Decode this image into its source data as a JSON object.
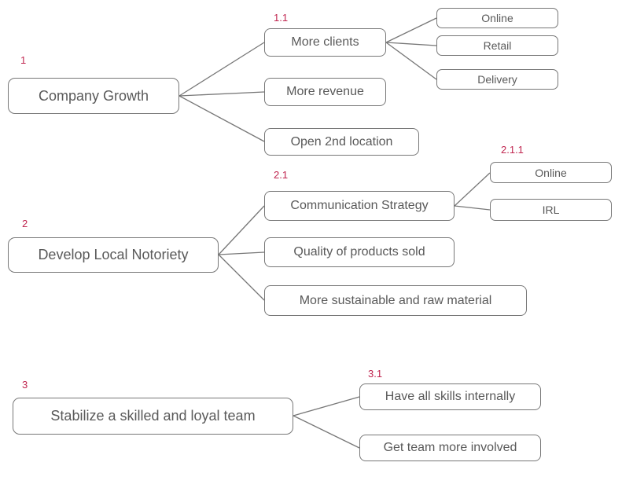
{
  "colors": {
    "background": "#ffffff",
    "node_fill": "#ffffff",
    "node_border": "#777777",
    "node_text": "#595959",
    "connector": "#777777",
    "number_label": "#c0254f"
  },
  "nodes": {
    "company_growth": {
      "number": "1",
      "label": "Company Growth"
    },
    "more_clients": {
      "number": "1.1",
      "label": "More clients"
    },
    "more_revenue": {
      "label": "More revenue"
    },
    "open_2nd_location": {
      "label": "Open 2nd location"
    },
    "online_clients": {
      "label": "Online"
    },
    "retail": {
      "label": "Retail"
    },
    "delivery": {
      "label": "Delivery"
    },
    "develop_local_notoriety": {
      "number": "2",
      "label": "Develop Local Notoriety"
    },
    "communication_strategy": {
      "number": "2.1",
      "label": "Communication Strategy"
    },
    "quality_of_products_sold": {
      "label": "Quality of products sold"
    },
    "more_sustainable_and_raw_material": {
      "label": "More sustainable and raw material"
    },
    "online_communication": {
      "number": "2.1.1",
      "label": "Online"
    },
    "irl": {
      "label": "IRL"
    },
    "stabilize_team": {
      "number": "3",
      "label": "Stabilize a skilled and loyal team"
    },
    "have_all_skills_internally": {
      "number": "3.1",
      "label": "Have all skills internally"
    },
    "get_team_more_involved": {
      "label": "Get team more involved"
    }
  }
}
